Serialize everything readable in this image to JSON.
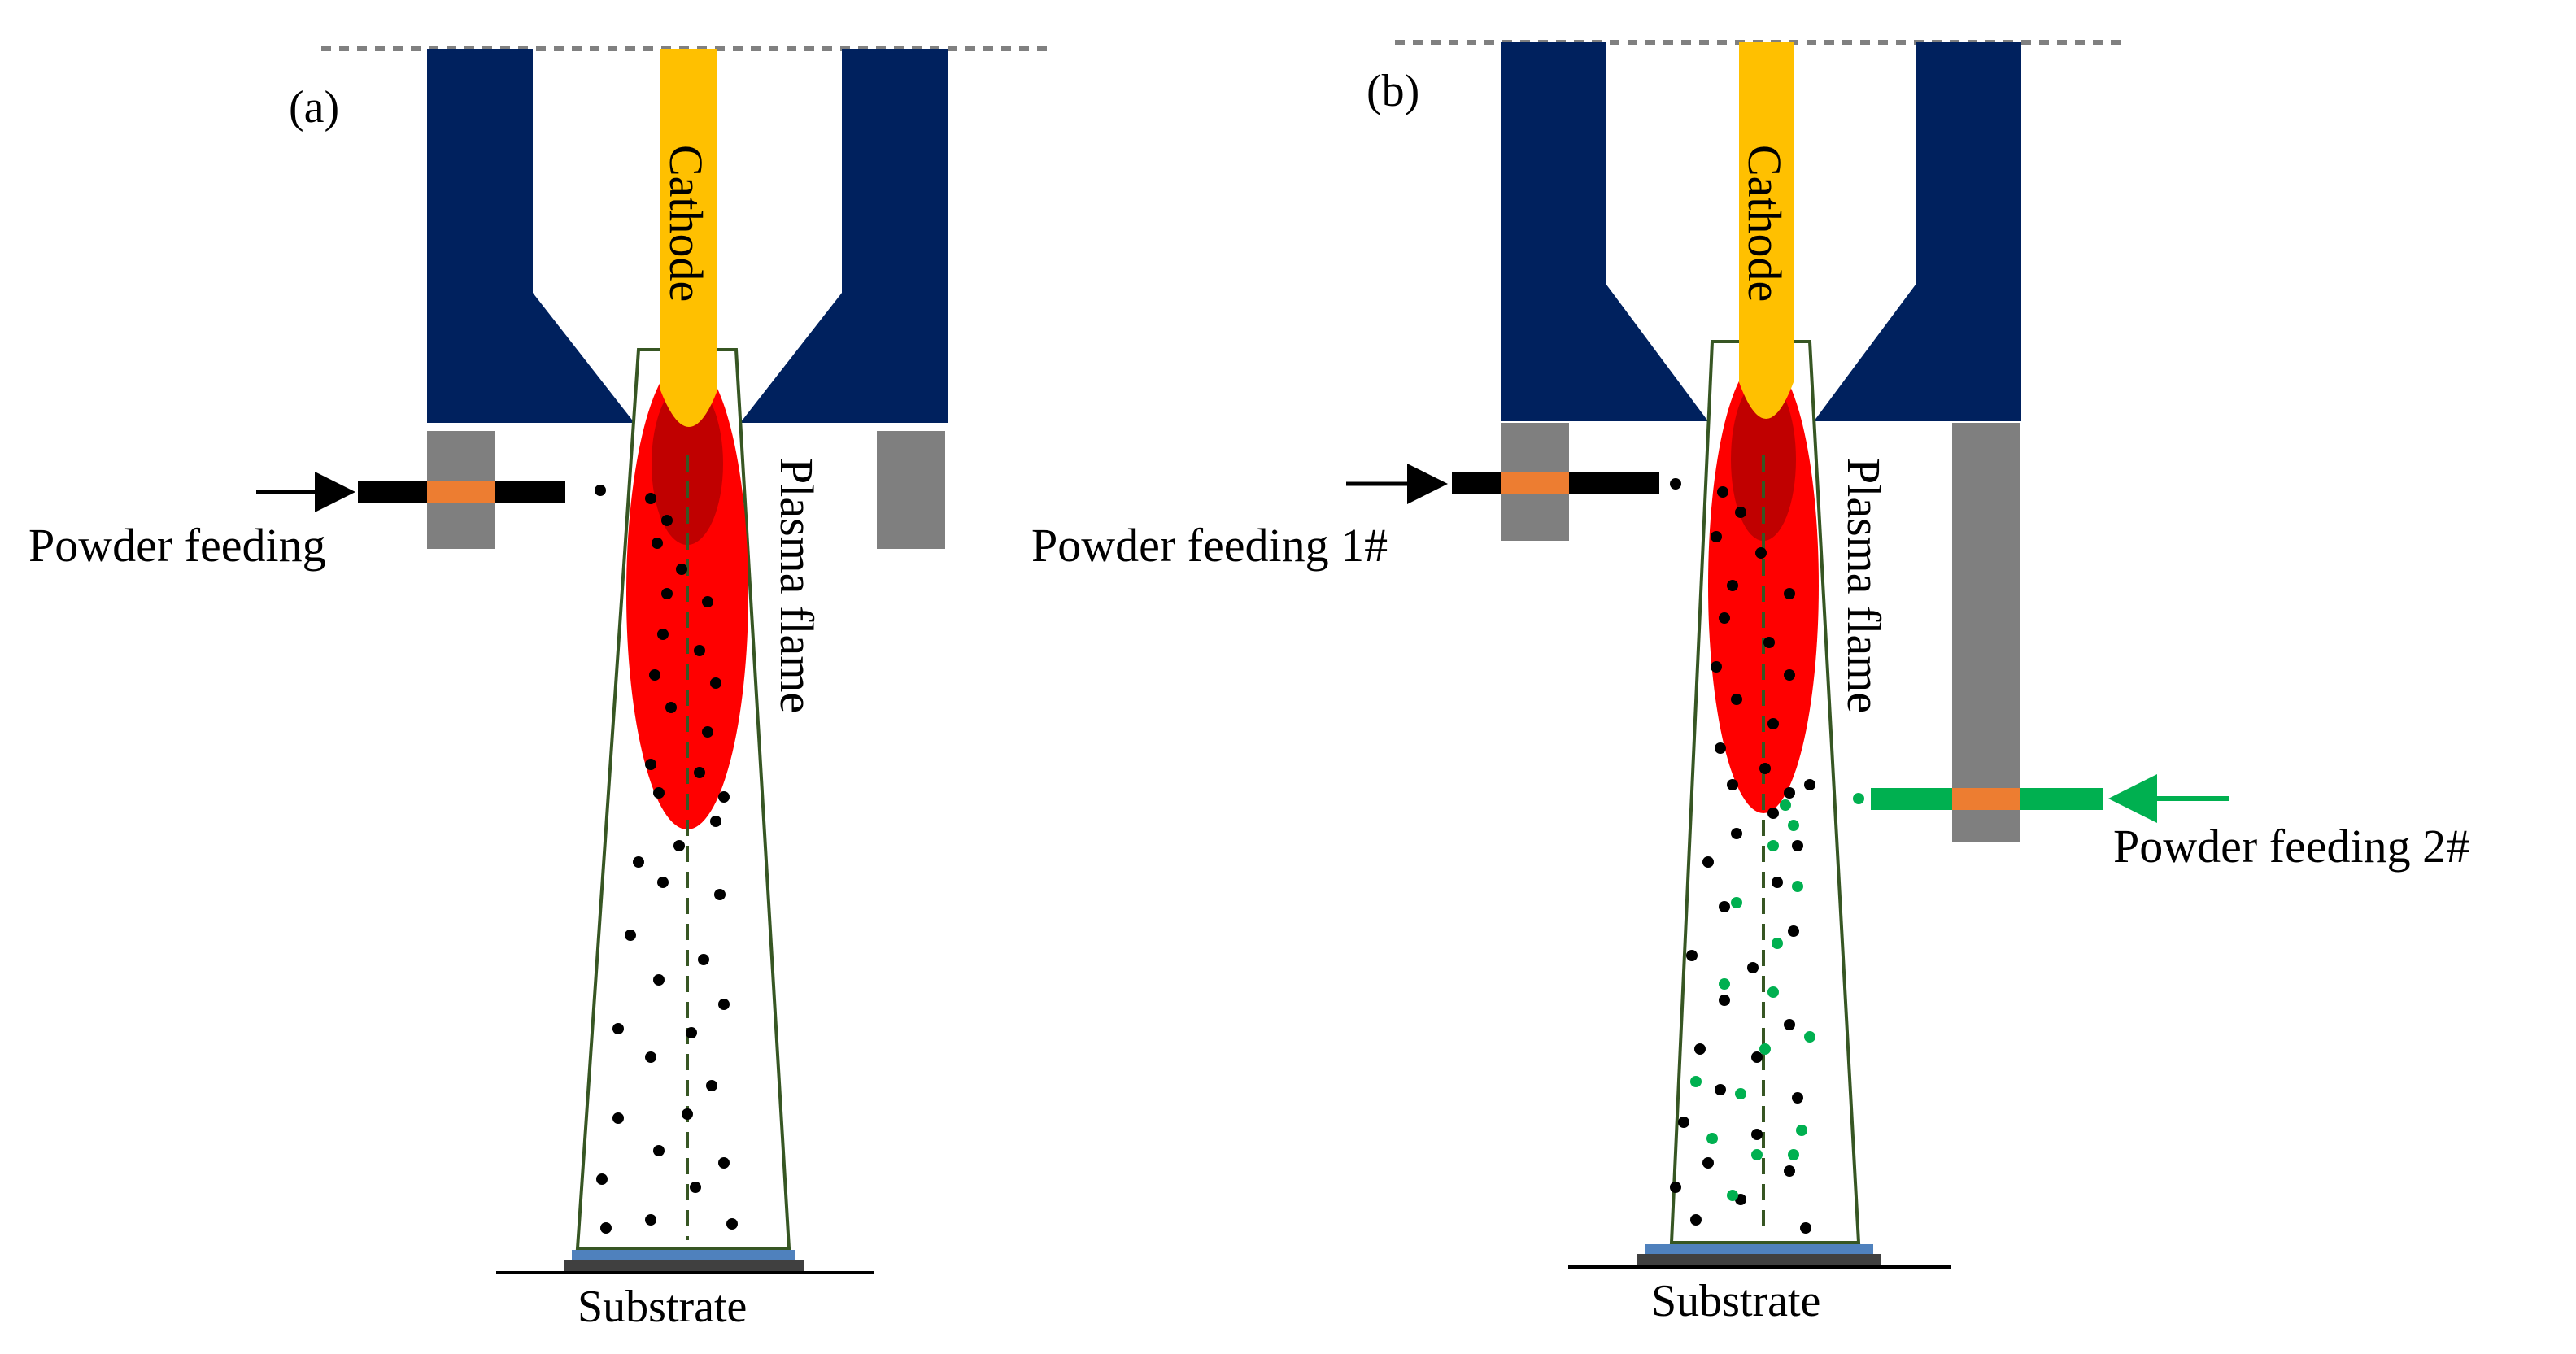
{
  "colors": {
    "anode": "#00215e",
    "cathode": "#ffc000",
    "flame": "#ff0000",
    "flame_core": "#c00000",
    "insulator": "#7f7f7f",
    "feeder_black": "#000000",
    "feeder_green": "#00b050",
    "feed_band": "#ed7d31",
    "substrate_top": "#4f81bd",
    "substrate_base": "#404040",
    "jet_outline": "#375623",
    "dashed_line": "#808080"
  },
  "panels": [
    {
      "id": "a",
      "panel_label": "(a)",
      "cathode_label": "Cathode",
      "flame_label": "Plasma flame",
      "feed_labels": [
        "Powder feeding"
      ],
      "substrate_label": "Substrate"
    },
    {
      "id": "b",
      "panel_label": "(b)",
      "cathode_label": "Cathode",
      "flame_label": "Plasma flame",
      "feed_labels": [
        "Powder feeding 1#",
        "Powder feeding 2#"
      ],
      "substrate_label": "Substrate"
    }
  ]
}
